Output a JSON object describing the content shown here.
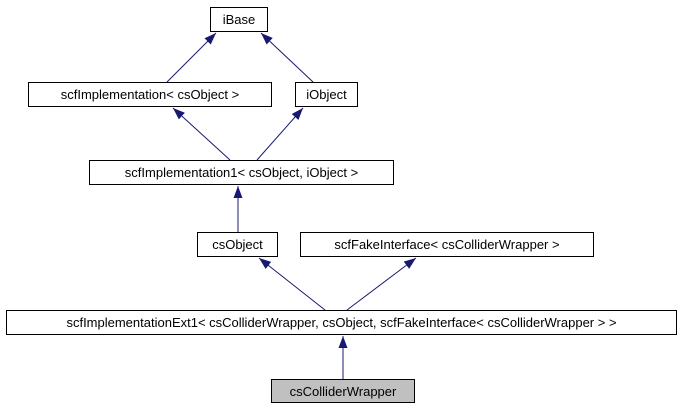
{
  "diagram": {
    "kind": "class-inheritance-graph",
    "colors": {
      "background": "#ffffff",
      "edge": "#191970",
      "node_border": "#000000",
      "node_fill": "#ffffff",
      "selected_node_fill": "#c0c0c0",
      "text": "#000000"
    },
    "nodes": [
      {
        "id": "ibase",
        "label": "iBase",
        "selected": false
      },
      {
        "id": "scfimplementation",
        "label": "scfImplementation< csObject >",
        "selected": false
      },
      {
        "id": "iobject",
        "label": "iObject",
        "selected": false
      },
      {
        "id": "scfimplementation1",
        "label": "scfImplementation1< csObject, iObject >",
        "selected": false
      },
      {
        "id": "csobject",
        "label": "csObject",
        "selected": false
      },
      {
        "id": "scffakeinterface",
        "label": "scfFakeInterface< csColliderWrapper >",
        "selected": false
      },
      {
        "id": "scfimplementationext1",
        "label": "scfImplementationExt1< csColliderWrapper, csObject, scfFakeInterface< csColliderWrapper > >",
        "selected": false
      },
      {
        "id": "cscolliderwrapper",
        "label": "csColliderWrapper",
        "selected": true
      }
    ],
    "edges": [
      {
        "from": "scfimplementation",
        "to": "ibase"
      },
      {
        "from": "iobject",
        "to": "ibase"
      },
      {
        "from": "scfimplementation1",
        "to": "scfimplementation"
      },
      {
        "from": "scfimplementation1",
        "to": "iobject"
      },
      {
        "from": "csobject",
        "to": "scfimplementation1"
      },
      {
        "from": "scfimplementationext1",
        "to": "csobject"
      },
      {
        "from": "scfimplementationext1",
        "to": "scffakeinterface"
      },
      {
        "from": "cscolliderwrapper",
        "to": "scfimplementationext1"
      }
    ]
  }
}
